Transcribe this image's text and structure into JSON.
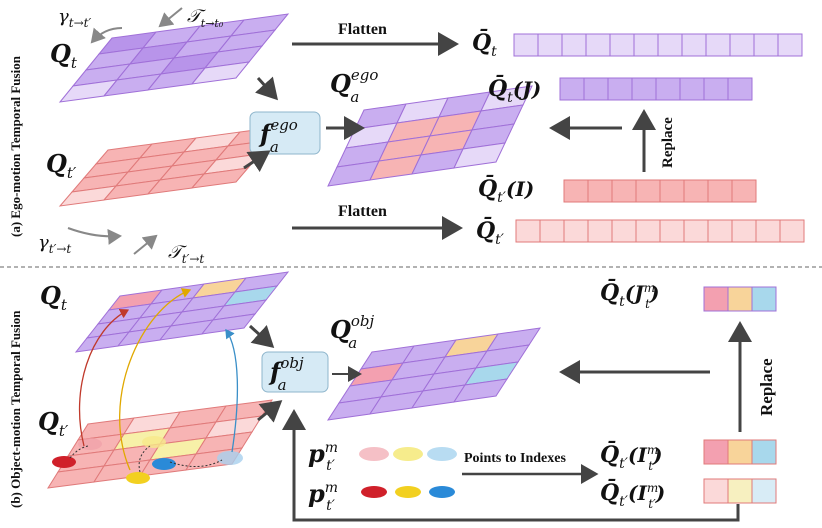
{
  "section_a": {
    "side_label": "(a) Ego-motion Temporal Fusion",
    "q_t": "Q",
    "q_t_sub": "t",
    "q_tp": "Q",
    "q_tp_sub": "t′",
    "gamma_top": "γ",
    "gamma_top_sub": "t→t′",
    "tau_top": "𝒯",
    "tau_top_sub": "t→t₀",
    "gamma_bottom": "γ",
    "gamma_bottom_sub": "t′→t",
    "tau_bottom": "𝒯",
    "tau_bottom_sub": "t′→t",
    "fusion_fn": "f",
    "fusion_fn_sup": "ego",
    "fusion_fn_sub": "a",
    "fused": "Q",
    "fused_sup": "ego",
    "fused_sub": "a",
    "flatten_top": "Flatten",
    "flatten_bottom": "Flatten",
    "flat_t": "Q̄",
    "flat_t_sub": "t",
    "flat_t_j": "Q̄",
    "flat_t_j_sub": "t",
    "flat_t_j_arg": "(J)",
    "flat_tp_i": "Q̄",
    "flat_tp_i_sub": "t′",
    "flat_tp_i_arg": "(I)",
    "flat_tp": "Q̄",
    "flat_tp_sub": "t′",
    "replace": "Replace"
  },
  "section_b": {
    "side_label": "(b) Object-motion Temporal Fusion",
    "q_t": "Q",
    "q_t_sub": "t",
    "q_tp": "Q",
    "q_tp_sub": "t′",
    "fusion_fn": "f",
    "fusion_fn_sup": "obj",
    "fusion_fn_sub": "a",
    "fused": "Q",
    "fused_sup": "obj",
    "fused_sub": "a",
    "p_top": "p",
    "p_top_sup": "m",
    "p_top_sub": "t′",
    "p_bottom": "p",
    "p_bottom_sup": "m",
    "p_bottom_sub": "t′",
    "points_to_indexes": "Points to Indexes",
    "flat_t_jm": "Q̄",
    "flat_t_jm_sub": "t",
    "flat_t_jm_arg": "(J",
    "flat_t_jm_arg_sup": "m",
    "flat_t_jm_arg_sub": "t",
    "flat_tp_itm": "Q̄",
    "flat_tp_itm_sub": "t′",
    "flat_tp_itm_arg": "(I",
    "flat_tp_itm_arg_sup": "m",
    "flat_tp_itm_arg_sub": "t",
    "flat_tp_itpm": "Q̄",
    "flat_tp_itpm_sub": "t′",
    "flat_tp_itpm_arg": "(I",
    "flat_tp_itpm_arg_sup": "m",
    "flat_tp_itpm_arg_sub": "t′",
    "replace": "Replace"
  },
  "colors": {
    "purple": "#c9aef0",
    "purple_dark": "#b894ea",
    "purple_light": "#e6d9f8",
    "purple_edge": "#a070d8",
    "red": "#f7b4b4",
    "red_light": "#fbd9d9",
    "red_edge": "#e07a7a",
    "pink_cell": "#f3a0b0",
    "orange_cell": "#f8d49a",
    "blue_cell": "#a8d8ec",
    "yellow_cell": "#f7f0a8",
    "fn_box": "#d6eaf5",
    "arrow": "#444444"
  }
}
